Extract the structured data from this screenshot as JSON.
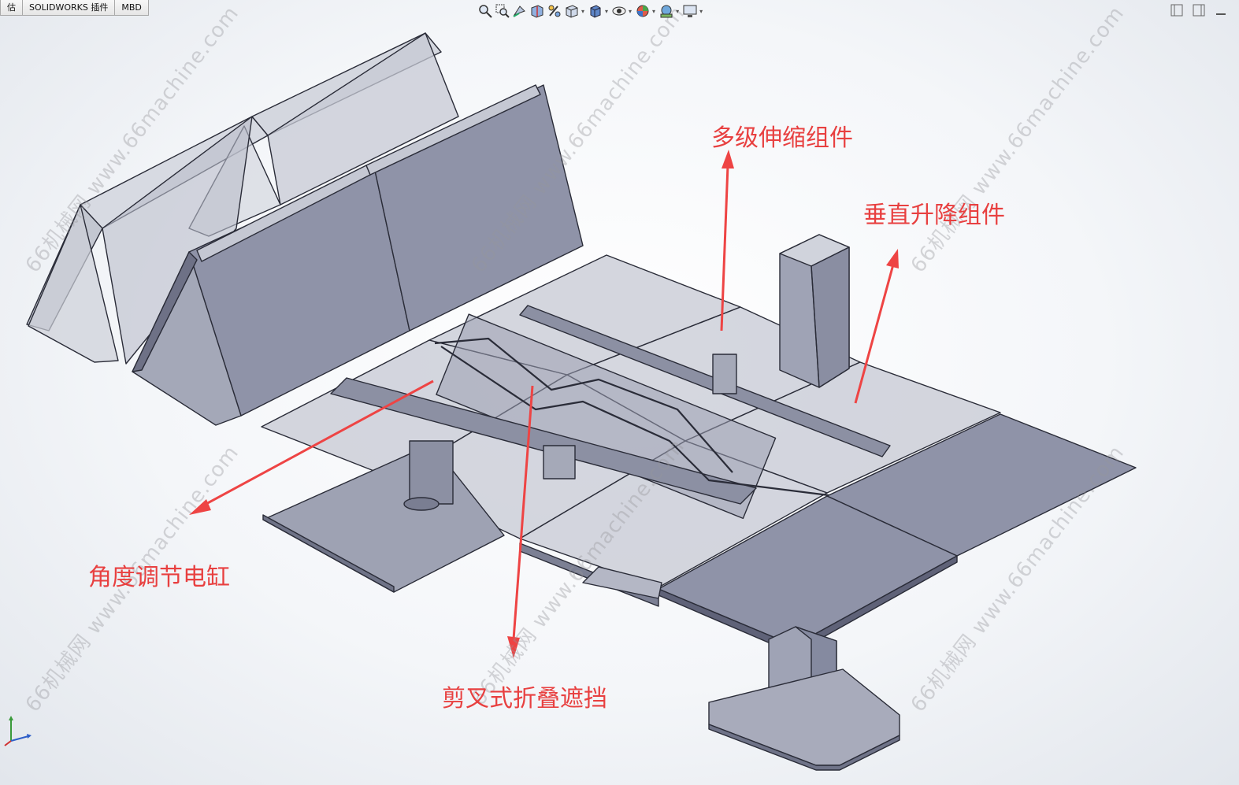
{
  "tabs": [
    {
      "label": "估"
    },
    {
      "label": "SOLIDWORKS 插件"
    },
    {
      "label": "MBD"
    }
  ],
  "toolbar_icons": [
    "zoom-to-fit-icon",
    "zoom-area-icon",
    "previous-view-icon",
    "section-view-icon",
    "dynamic-annotation-icon",
    "view-orientation-icon",
    "display-style-icon",
    "hide-show-items-icon",
    "edit-appearance-icon",
    "apply-scene-icon",
    "view-settings-icon"
  ],
  "annotations": {
    "telescopic": "多级伸缩组件",
    "vertical_lift": "垂直升降组件",
    "angle_actuator": "角度调节电缸",
    "scissor_shade": "剪叉式折叠遮挡"
  },
  "watermarks": [
    "66机械网 www.66machine.com",
    "66机械网 www.66machine.com",
    "66机械网 www.66machine.com",
    "66机械网 www.66machine.com",
    "66机械网 www.66machine.com",
    "66机械网 www.66machine.com"
  ],
  "colors": {
    "annotation_red": "#e84040",
    "panel_fill": "#8f93a8",
    "glass_fill": "#c8ccd6",
    "edge": "#2a2c38"
  }
}
